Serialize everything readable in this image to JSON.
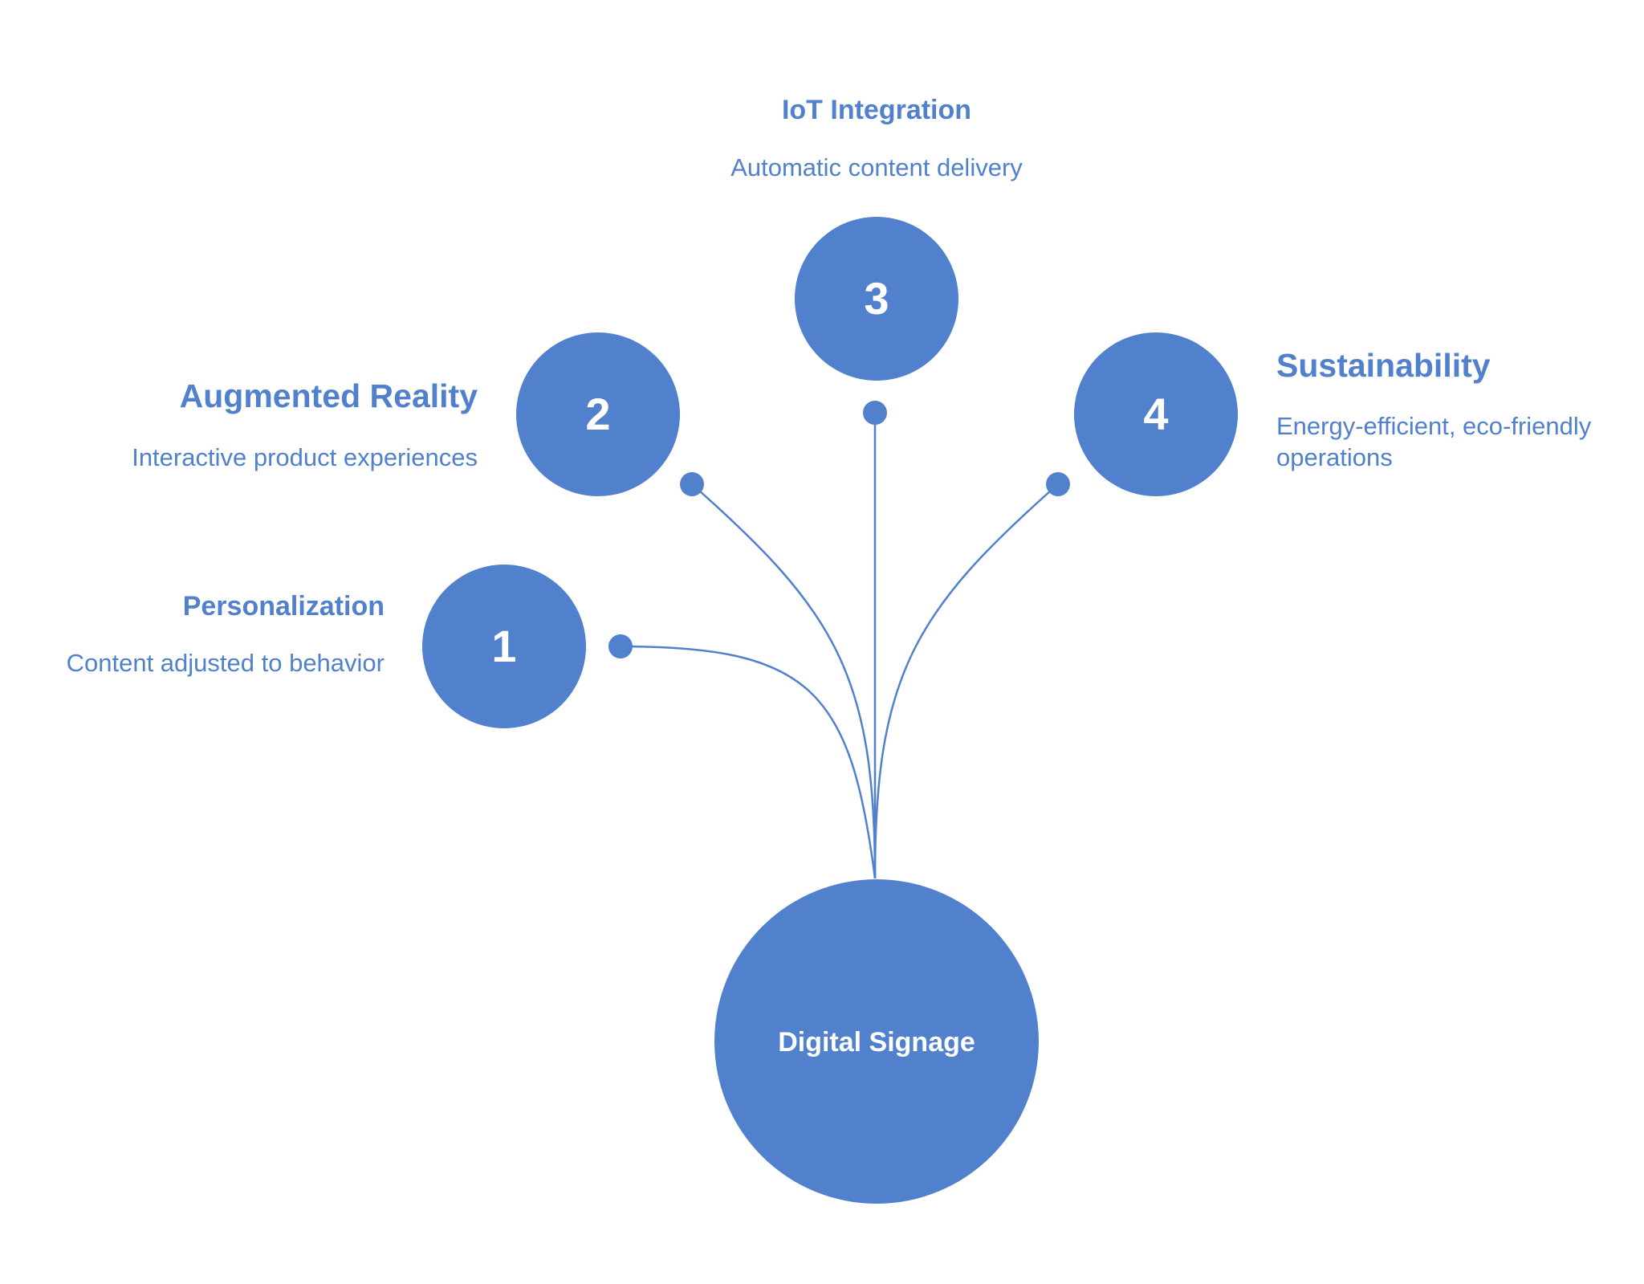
{
  "colors": {
    "accent": "#5181cc",
    "background": "#ffffff",
    "node_text": "#ffffff"
  },
  "root": {
    "label": "Digital Signage"
  },
  "items": [
    {
      "number": "1",
      "title": "Personalization",
      "description": [
        "Content adjusted to behavior"
      ]
    },
    {
      "number": "2",
      "title": "Augmented Reality",
      "description": [
        "Interactive product experiences"
      ]
    },
    {
      "number": "3",
      "title": "IoT Integration",
      "description": [
        "Automatic content delivery"
      ]
    },
    {
      "number": "4",
      "title": "Sustainability",
      "description": [
        "Energy-efficient, eco-friendly",
        "operations"
      ]
    }
  ]
}
